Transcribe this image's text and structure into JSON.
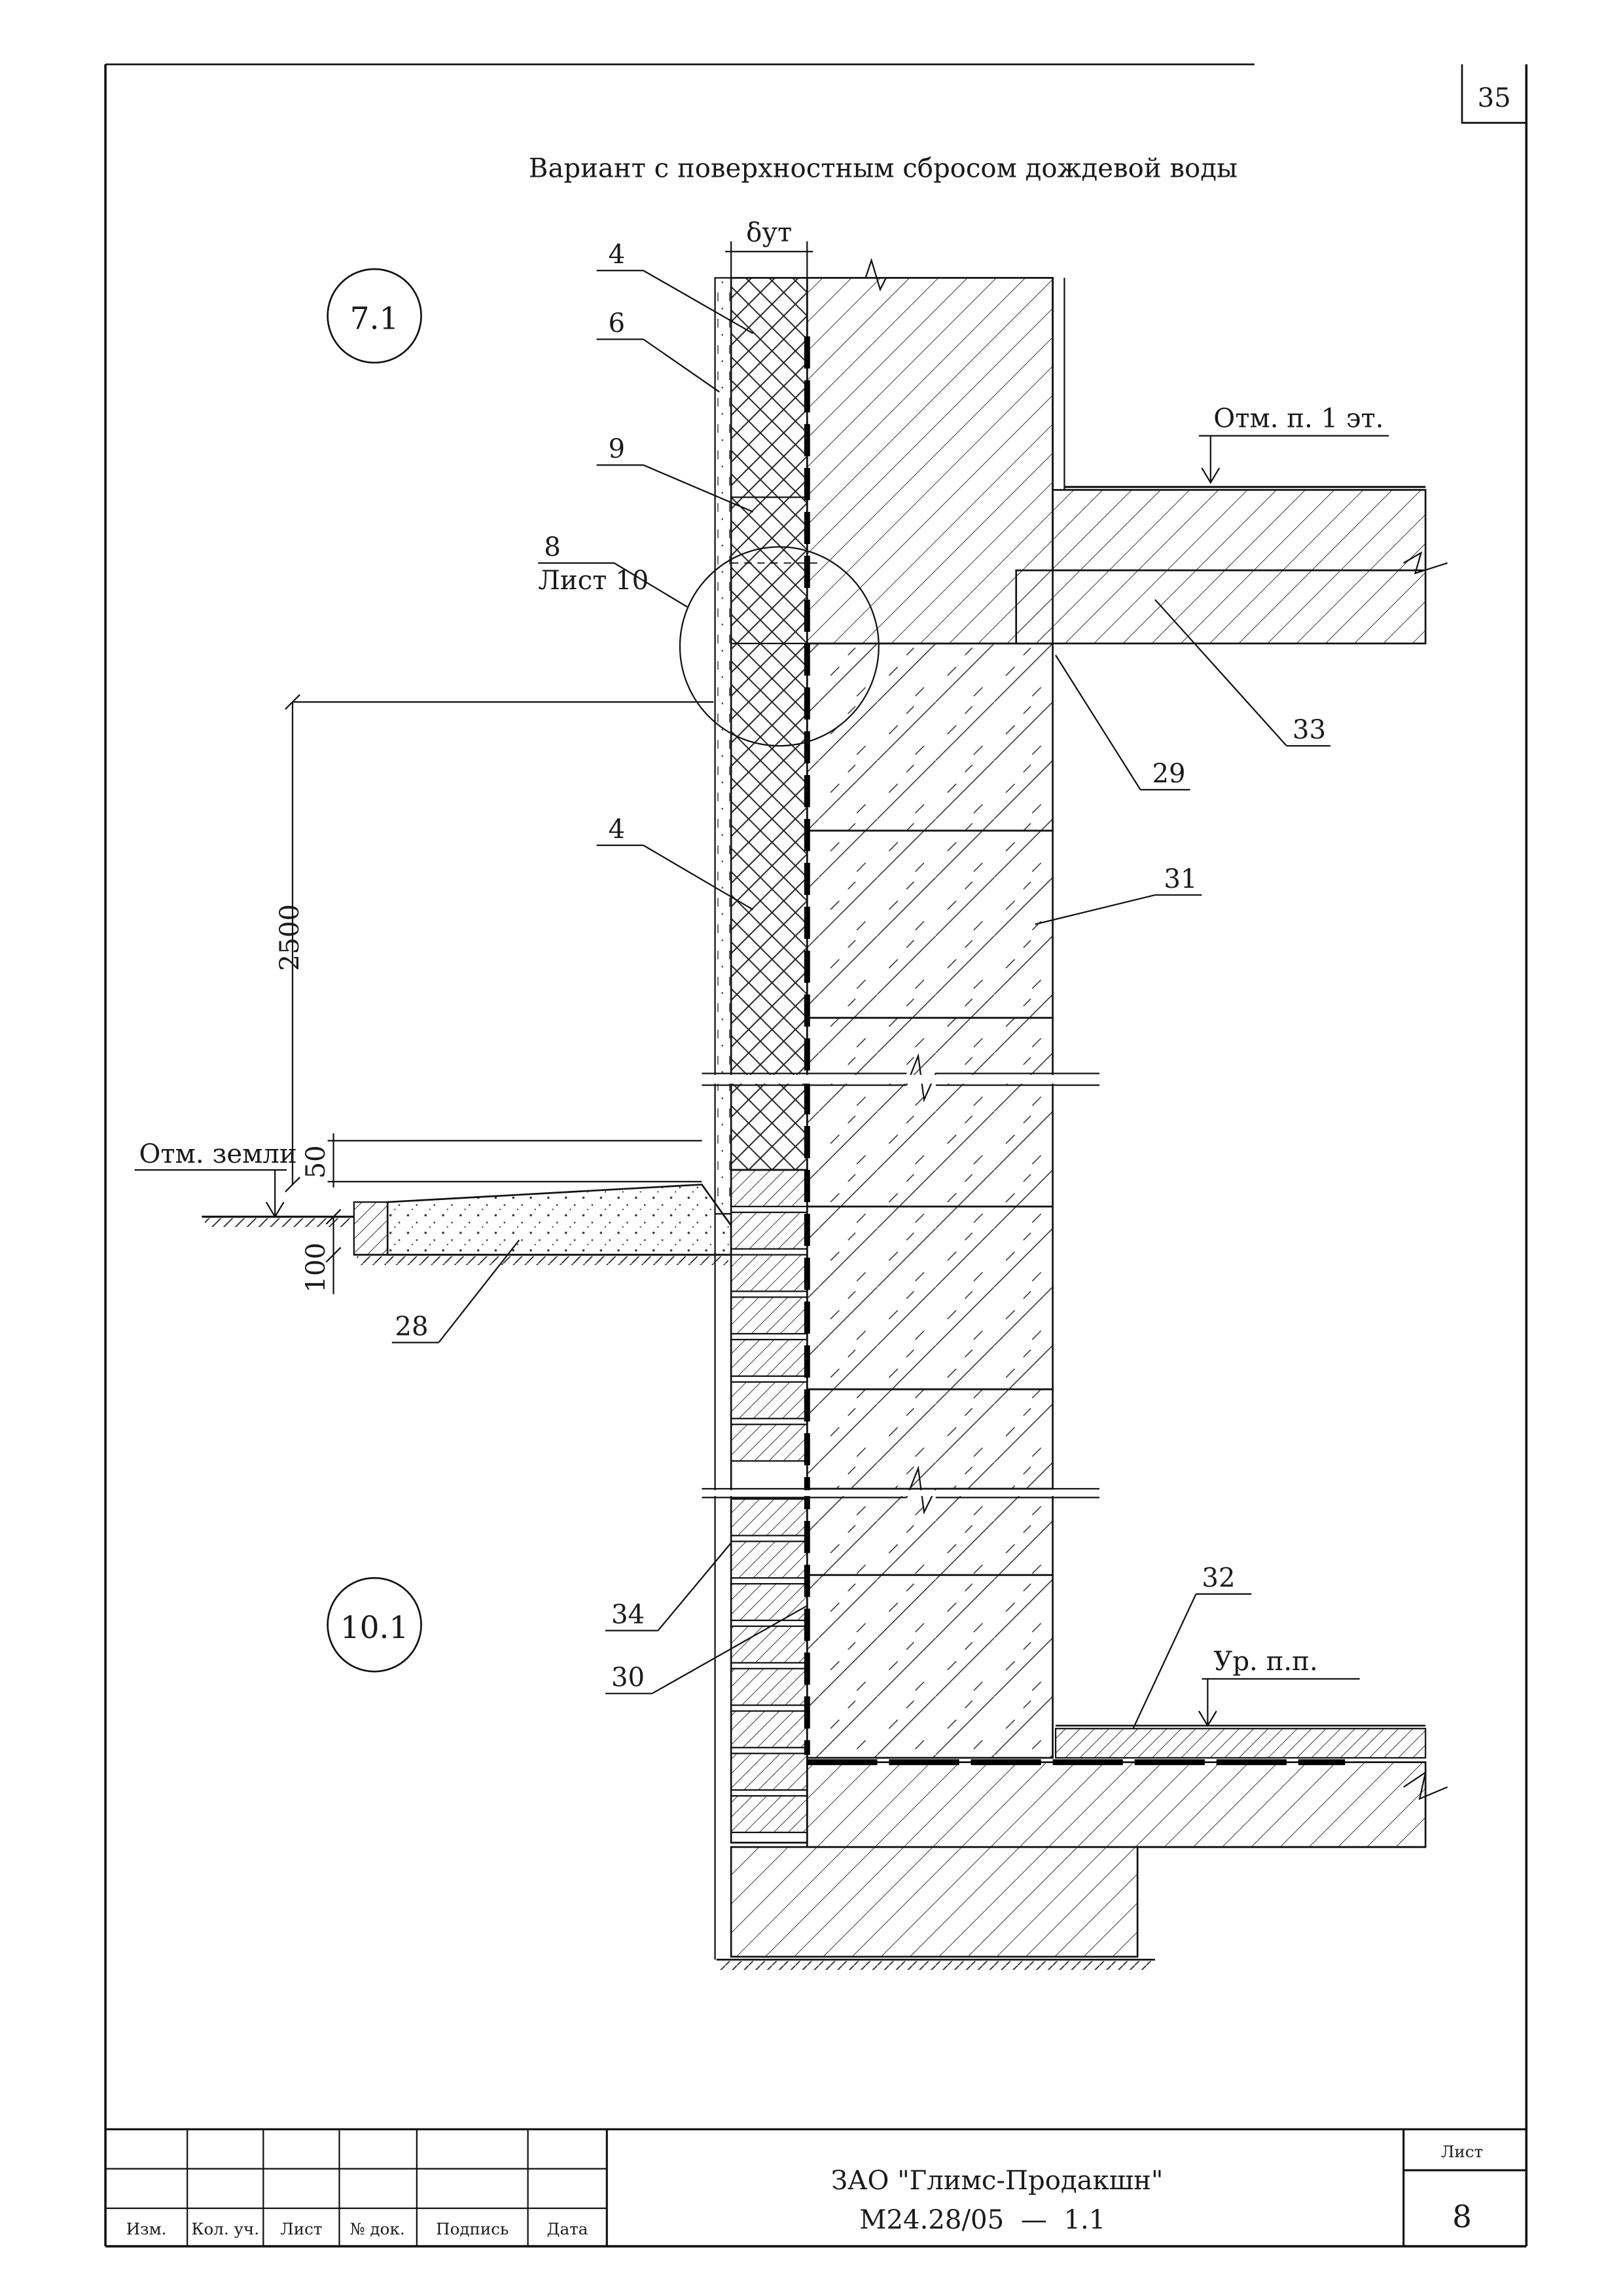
{
  "page_number": "35",
  "title": "Вариант с поверхностным сбросом дождевой воды",
  "node_markers": [
    "7.1",
    "10.1"
  ],
  "thickness_label": "δут",
  "reference": {
    "node": "8",
    "sheet": "Лист 10"
  },
  "elevations": {
    "floor1": "Отм. п. 1 эт.",
    "ground": "Отм. земли",
    "floor_level": "Ур. п.п."
  },
  "dimensions": {
    "height_2500": "2500",
    "d50": "50",
    "d100": "100"
  },
  "callouts": {
    "c4a": "4",
    "c6": "6",
    "c9": "9",
    "c33": "33",
    "c29": "29",
    "c4b": "4",
    "c31": "31",
    "c28": "28",
    "c34": "34",
    "c30": "30",
    "c32": "32"
  },
  "title_block": {
    "company": "ЗАО \"Глимс-Продакшн\"",
    "doc_code": "М24.28/05  —  1.1",
    "sheet_label": "Лист",
    "sheet_number": "8",
    "columns": [
      "Изм.",
      "Кол. уч.",
      "Лист",
      "№ док.",
      "Подпись",
      "Дата"
    ]
  }
}
